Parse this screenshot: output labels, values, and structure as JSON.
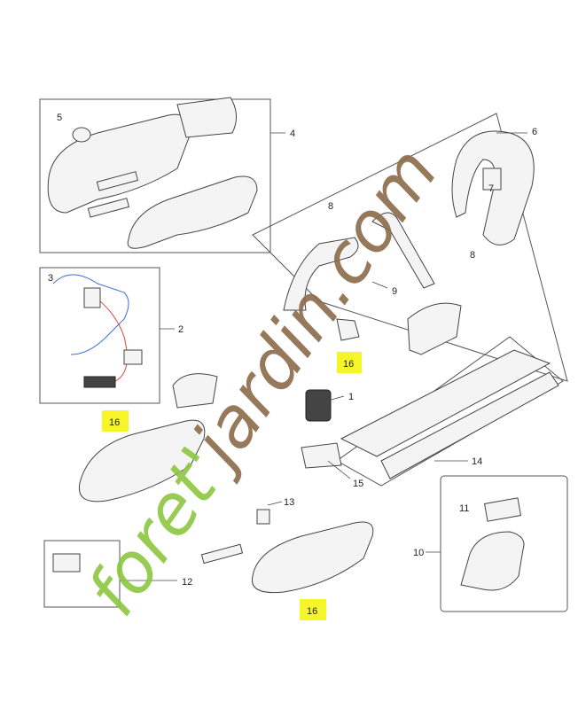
{
  "diagram": {
    "callouts": [
      "1",
      "2",
      "3",
      "4",
      "5",
      "6",
      "7",
      "8",
      "8",
      "9",
      "10",
      "11",
      "12",
      "13",
      "14",
      "15"
    ],
    "highlighted_callouts": [
      "16",
      "16",
      "16"
    ],
    "highlight_color": "#f5f52a"
  },
  "watermark": {
    "text_green": "foret'",
    "text_brown": "jardin.com",
    "green": "#8cc63f",
    "brown": "#8b6a4a"
  }
}
